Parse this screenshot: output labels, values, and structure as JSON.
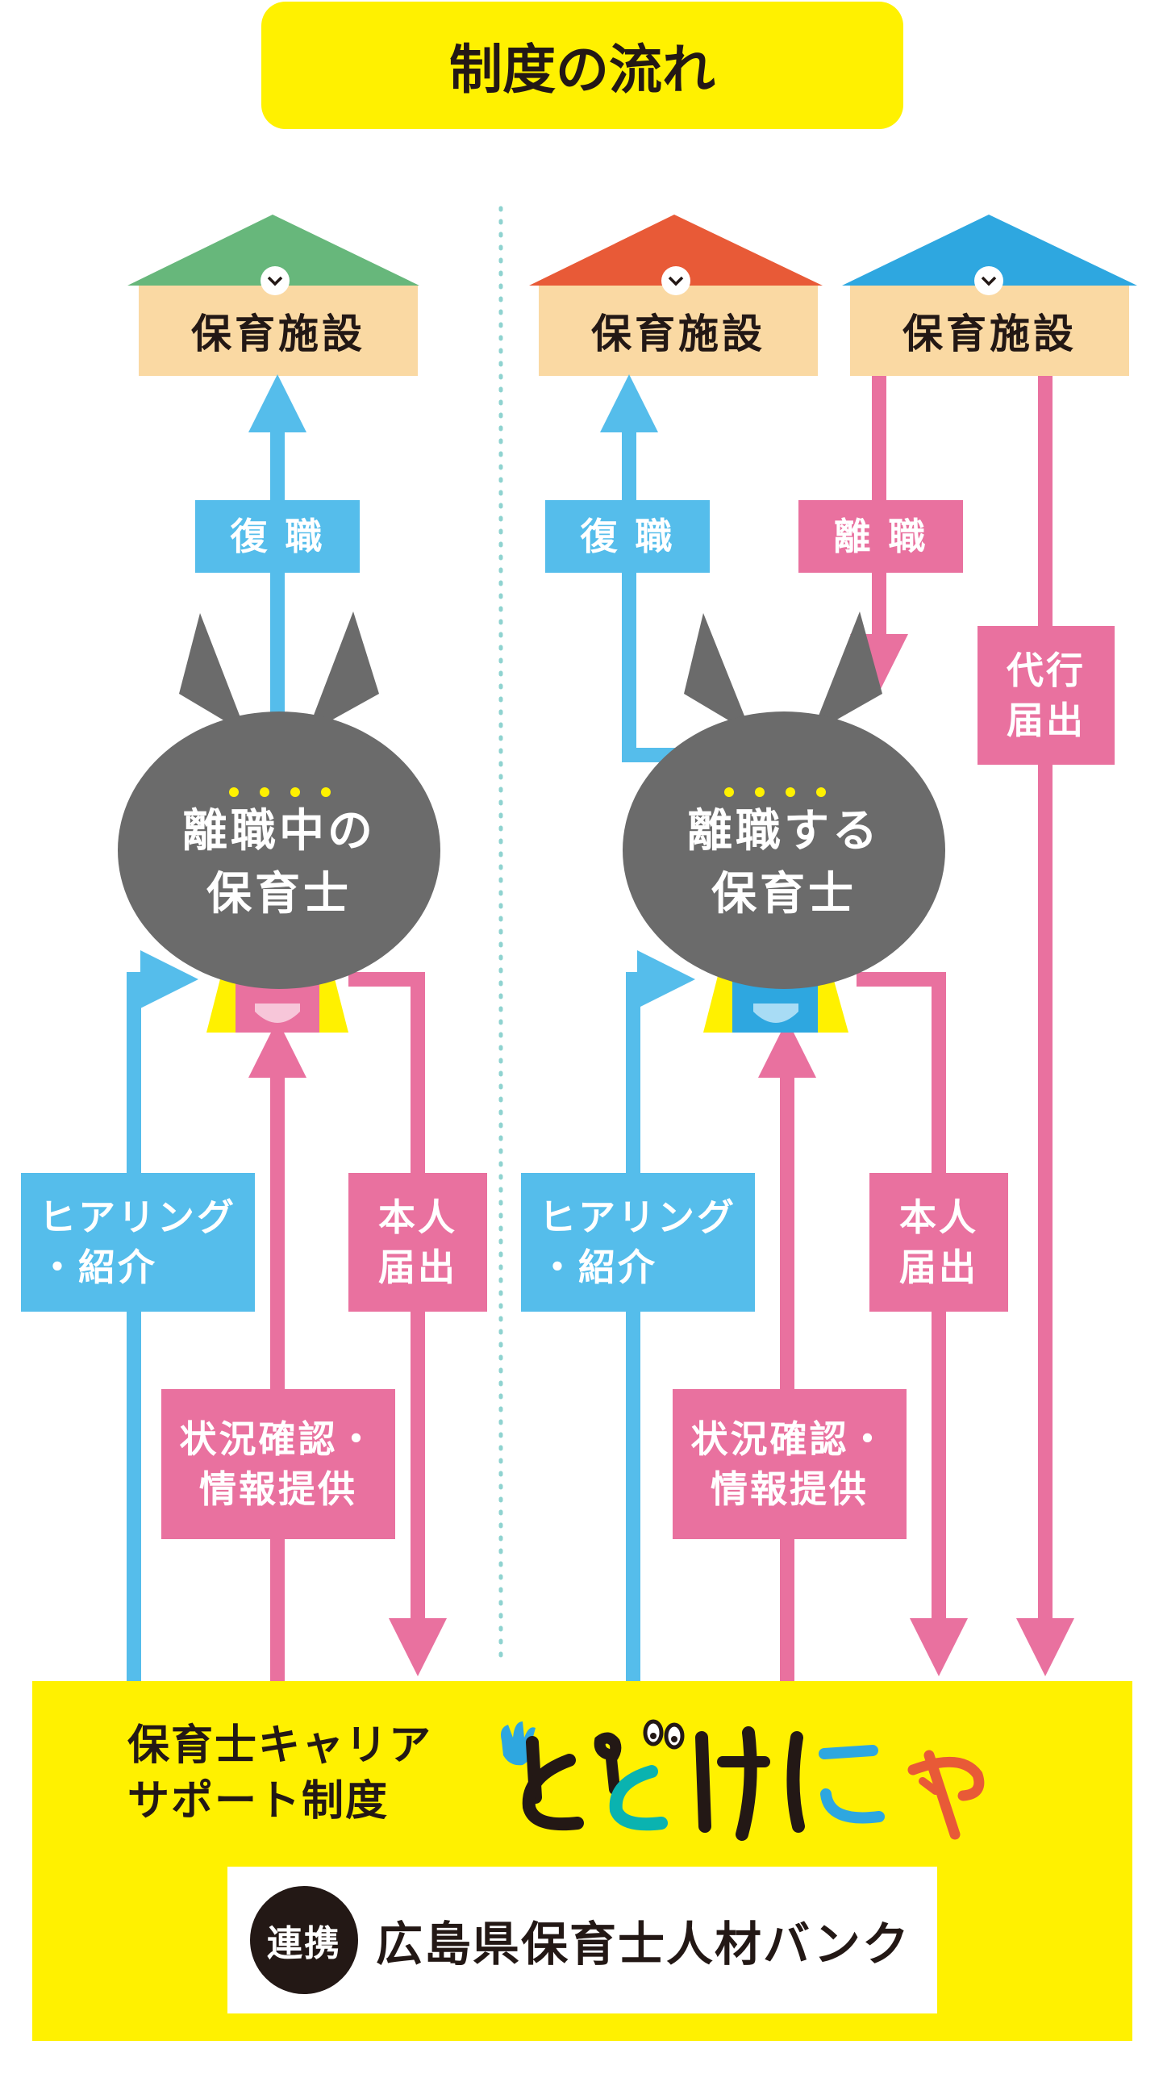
{
  "title": "制度の流れ",
  "facility_label": "保育施設",
  "left_panel": {
    "return_label": "復 職",
    "cat_line1": "離職中の",
    "cat_line2": "保育士",
    "hearing_line1": "ヒアリング",
    "hearing_line2": "・紹介",
    "report_line1": "本人",
    "report_line2": "届出",
    "status_line1": "状況確認・",
    "status_line2": "情報提供"
  },
  "right_panel": {
    "return_label": "復 職",
    "leave_label": "離 職",
    "proxy_line1": "代行",
    "proxy_line2": "届出",
    "cat_line1": "離職する",
    "cat_line2": "保育士",
    "hearing_line1": "ヒアリング",
    "hearing_line2": "・紹介",
    "report_line1": "本人",
    "report_line2": "届出",
    "status_line1": "状況確認・",
    "status_line2": "情報提供"
  },
  "system": {
    "name_line1": "保育士キャリア",
    "name_line2": "サポート制度",
    "logo_text": "とどけにゃ",
    "badge": "連携",
    "partner": "広島県保育士人材バンク"
  },
  "colors": {
    "yellow": "#fff100",
    "blue": "#55bdeb",
    "pink": "#e9719f",
    "green_roof": "#67b77b",
    "red_roof": "#e85a37",
    "blue_roof": "#2ea7e0",
    "wall": "#fad9a3",
    "cat": "#6b6b6b"
  }
}
